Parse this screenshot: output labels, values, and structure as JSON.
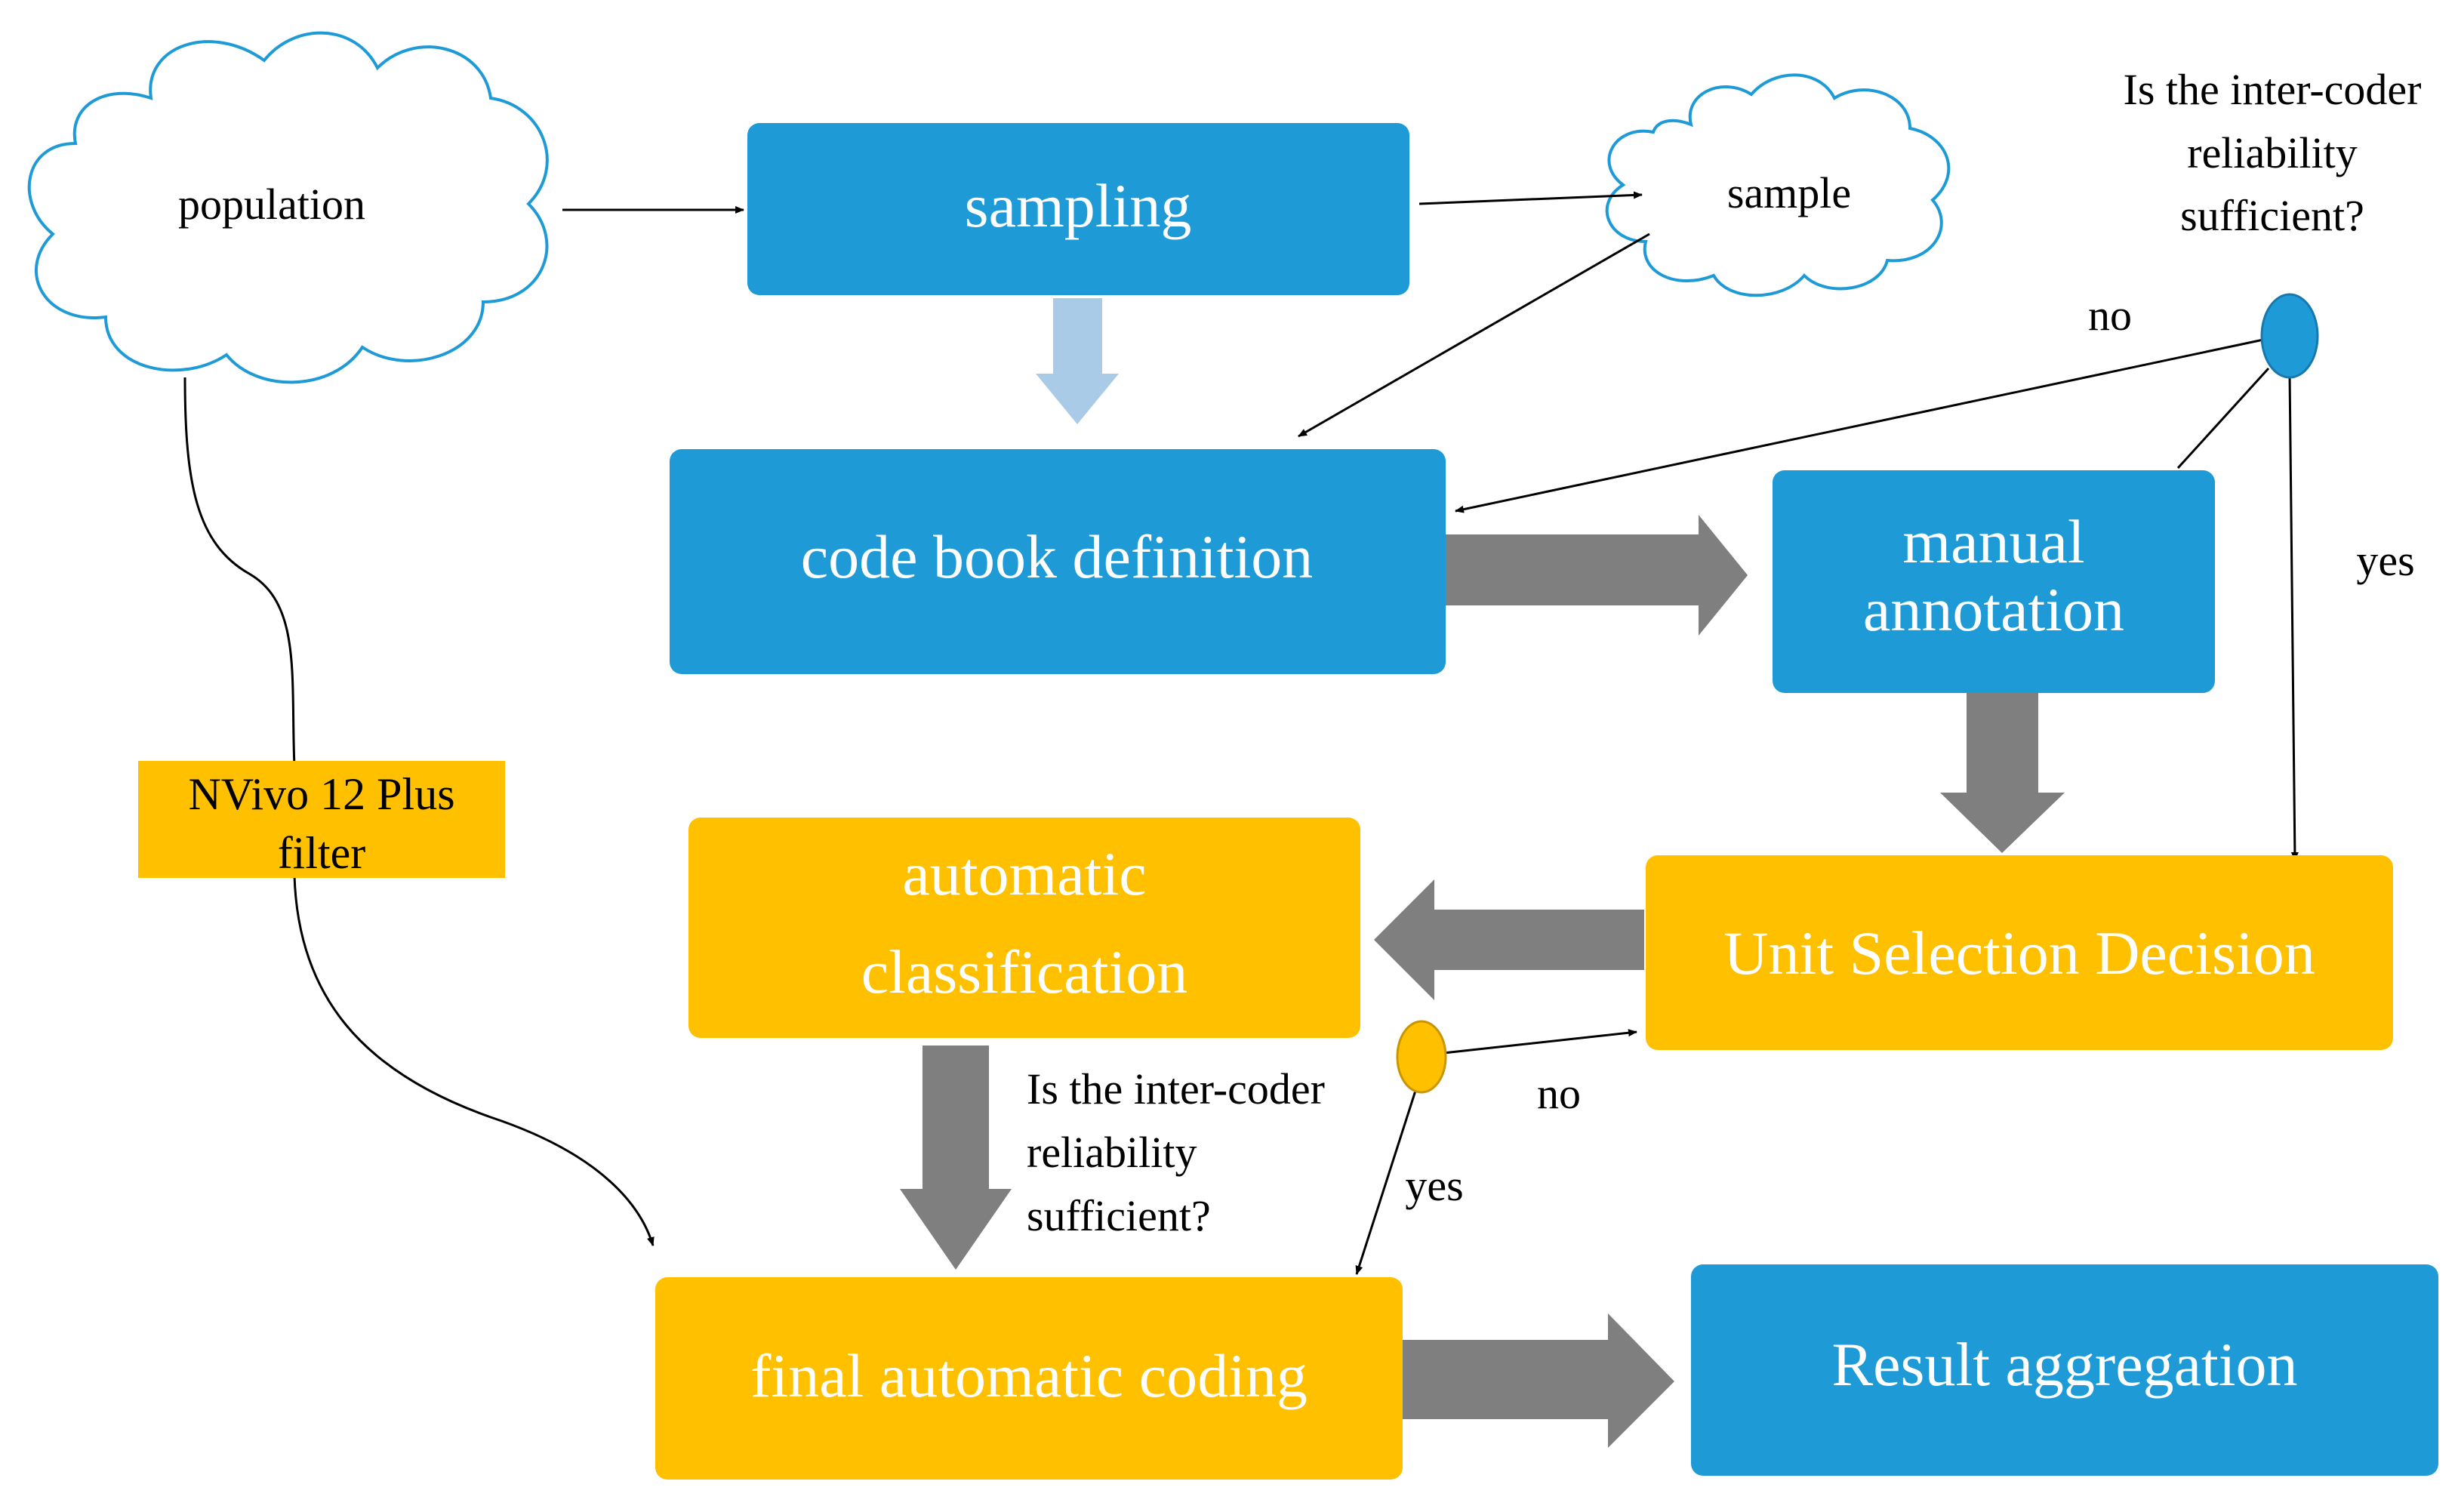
{
  "colors": {
    "blue": "#1e9bd7",
    "yellow": "#ffc000",
    "gray_arrow": "#7f7f7f",
    "light_arrow": "#a9cbe8",
    "decision_blue": "#1e9bd7",
    "decision_yellow": "#ffc000",
    "line": "#000000"
  },
  "nodes": {
    "population": "population",
    "sample": "sample",
    "sampling": "sampling",
    "code_book": "code book definition",
    "manual_line1": "manual",
    "manual_line2": "annotation",
    "unit_selection": "Unit Selection Decision",
    "auto_line1": "automatic",
    "auto_line2": "classification",
    "final_coding": "final automatic coding",
    "result": "Result aggregation",
    "filter_line1": "NVivo 12 Plus",
    "filter_line2": "filter"
  },
  "questions": {
    "top": [
      "Is the inter-coder",
      "reliability",
      "sufficient?"
    ],
    "bottom": [
      "Is the inter-coder",
      "reliability",
      "sufficient?"
    ]
  },
  "edge_labels": {
    "top_no": "no",
    "top_yes": "yes",
    "bottom_no": "no",
    "bottom_yes": "yes"
  }
}
